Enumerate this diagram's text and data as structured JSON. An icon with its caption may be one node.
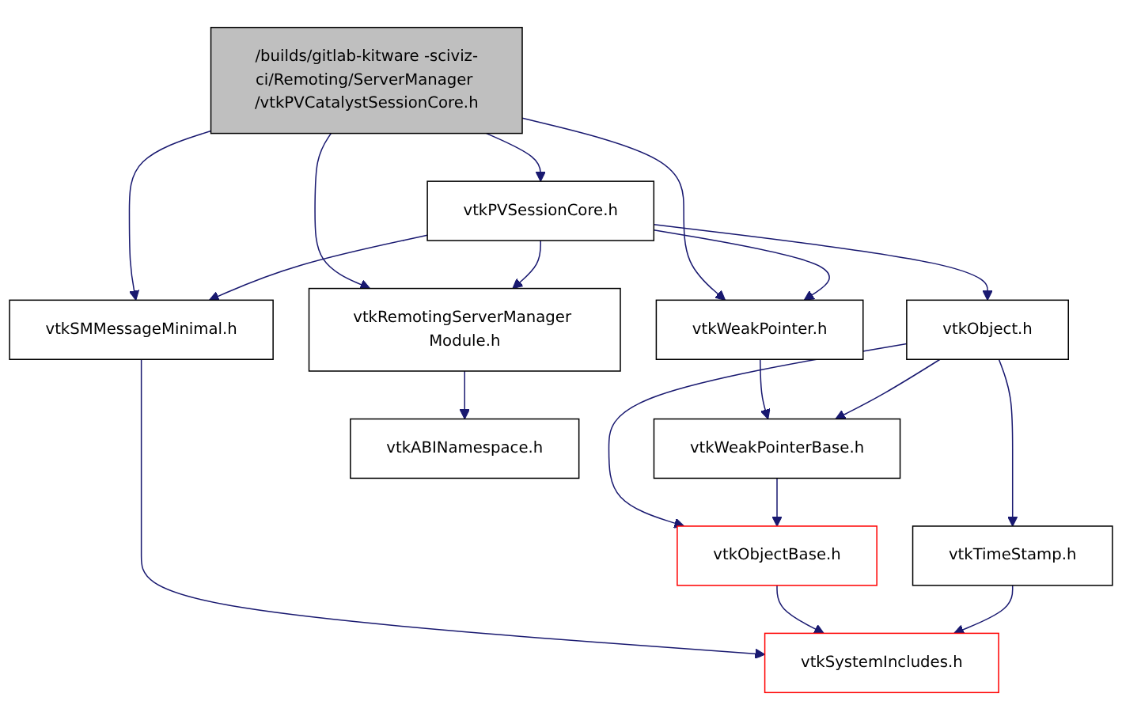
{
  "diagram": {
    "nodes": [
      {
        "text": [
          "/builds/gitlab-kitware -sciviz-ci/Remoting/ServerManager /vtkPVCatalystSessionCore.h"
        ]
      },
      {
        "text": [
          "vtkPVSessionCore.h"
        ]
      },
      {
        "text": [
          "vtkWeakPointer.h"
        ]
      },
      {
        "text": [
          "vtkObject.h"
        ]
      },
      {
        "text": [
          "vtkSMMessageMinimal.h"
        ]
      },
      {
        "text": [
          "vtkRemotingServerManager Module.h"
        ]
      },
      {
        "text": [
          "vtkWeakPointerBase.h"
        ]
      },
      {
        "text": [
          "vtkObjectBase.h"
        ]
      },
      {
        "text": [
          "vtkTimeStamp.h"
        ]
      },
      {
        "text": [
          "vtkABINamespace.h"
        ]
      },
      {
        "text": [
          "vtkSystemIncludes.h"
        ]
      }
    ],
    "edges": [
      {
        "from": 0,
        "to": 1,
        "arrow": "to"
      },
      {
        "from": 0,
        "to": 2,
        "arrow": "to"
      },
      {
        "from": 0,
        "to": 4,
        "arrow": "to"
      },
      {
        "from": 0,
        "to": 5,
        "arrow": "to"
      },
      {
        "from": 1,
        "to": 2,
        "arrow": "to"
      },
      {
        "from": 1,
        "to": 3,
        "arrow": "to"
      },
      {
        "from": 1,
        "to": 4,
        "arrow": "to"
      },
      {
        "from": 1,
        "to": 5,
        "arrow": "to"
      },
      {
        "from": 2,
        "to": 6,
        "arrow": "to"
      },
      {
        "from": 3,
        "to": 6,
        "arrow": "to"
      },
      {
        "from": 3,
        "to": 7,
        "arrow": "to"
      },
      {
        "from": 3,
        "to": 8,
        "arrow": "to"
      },
      {
        "from": 4,
        "to": 10,
        "arrow": "to"
      },
      {
        "from": 5,
        "to": 9,
        "arrow": "to"
      },
      {
        "from": 6,
        "to": 7,
        "arrow": "to"
      },
      {
        "from": 7,
        "to": 10,
        "arrow": "to"
      },
      {
        "from": 8,
        "to": 10,
        "arrow": "to"
      }
    ]
  }
}
